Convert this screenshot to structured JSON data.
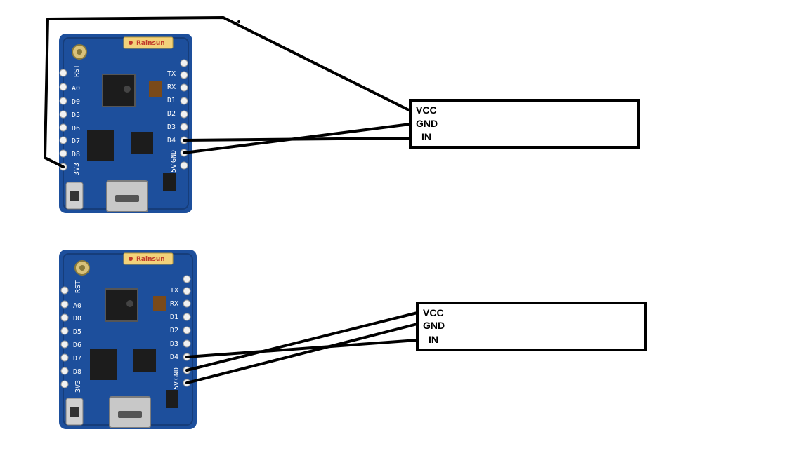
{
  "diagram_title": "",
  "colors": {
    "pcb": "#1d4f9c",
    "pcb_dark": "#163d7a",
    "wire": "#000000",
    "module_border": "#000000",
    "brand_badge": "#f3d27a"
  },
  "boards": [
    {
      "brand": "Rainsun",
      "left_pins": [
        "RST",
        "A0",
        "D0",
        "D5",
        "D6",
        "D7",
        "D8",
        "3V3"
      ],
      "right_pins": [
        "TX",
        "RX",
        "D1",
        "D2",
        "D3",
        "D4",
        "GND",
        "5V"
      ]
    },
    {
      "brand": "Rainsun",
      "left_pins": [
        "RST",
        "A0",
        "D0",
        "D5",
        "D6",
        "D7",
        "D8",
        "3V3"
      ],
      "right_pins": [
        "TX",
        "RX",
        "D1",
        "D2",
        "D3",
        "D4",
        "GND",
        "5V"
      ]
    }
  ],
  "modules": [
    {
      "labels": [
        "VCC",
        "GND",
        "IN"
      ]
    },
    {
      "labels": [
        "VCC",
        "GND",
        "IN"
      ]
    }
  ]
}
